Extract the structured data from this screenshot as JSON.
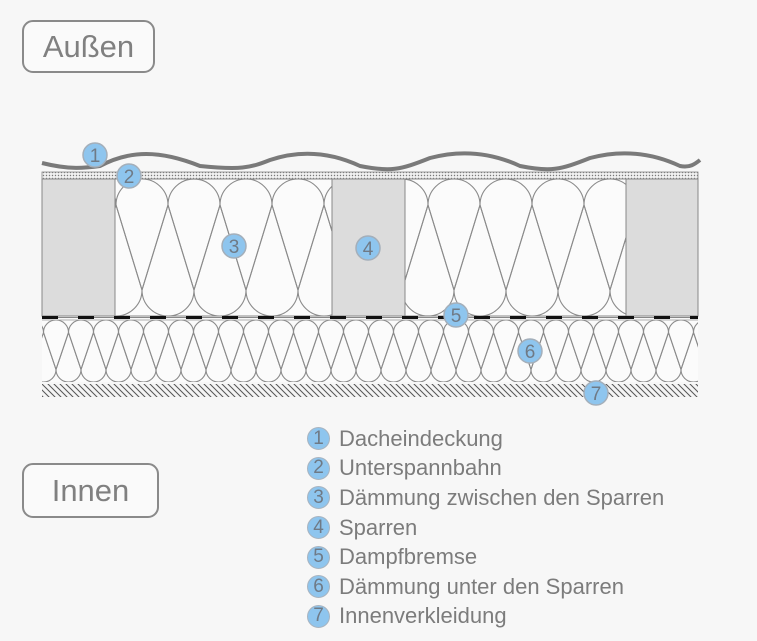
{
  "labels": {
    "outside": "Außen",
    "inside": "Innen"
  },
  "colors": {
    "marker": "#8ec5ee",
    "rafter": "#dcdcdc",
    "roof": "#7a7a7a"
  },
  "markers": [
    "1",
    "2",
    "3",
    "4",
    "5",
    "6",
    "7"
  ],
  "legend": [
    {
      "num": "1",
      "text": "Dacheindeckung"
    },
    {
      "num": "2",
      "text": "Unterspannbahn"
    },
    {
      "num": "3",
      "text": "Dämmung zwischen den Sparren"
    },
    {
      "num": "4",
      "text": "Sparren"
    },
    {
      "num": "5",
      "text": "Dampfbremse"
    },
    {
      "num": "6",
      "text": "Dämmung unter den Sparren"
    },
    {
      "num": "7",
      "text": "Innenverkleidung"
    }
  ]
}
